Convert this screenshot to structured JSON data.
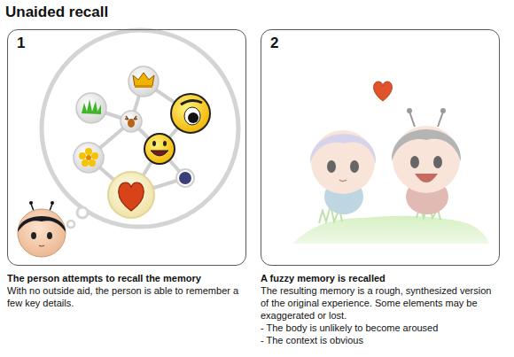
{
  "diagram": {
    "title": "Unaided recall",
    "nodes": [
      {
        "text": [
          "1",
          "The person attempts to recall the memory",
          "With no outside aid, the person is able to remember a few key details."
        ]
      },
      {
        "text": [
          "2",
          "A fuzzy memory is recalled",
          "The resulting memory is a rough, synthesized version of the original experience. Some elements may be exaggerated or lost.",
          "- The body is unlikely to become aroused",
          "- The context is obvious"
        ]
      }
    ]
  }
}
